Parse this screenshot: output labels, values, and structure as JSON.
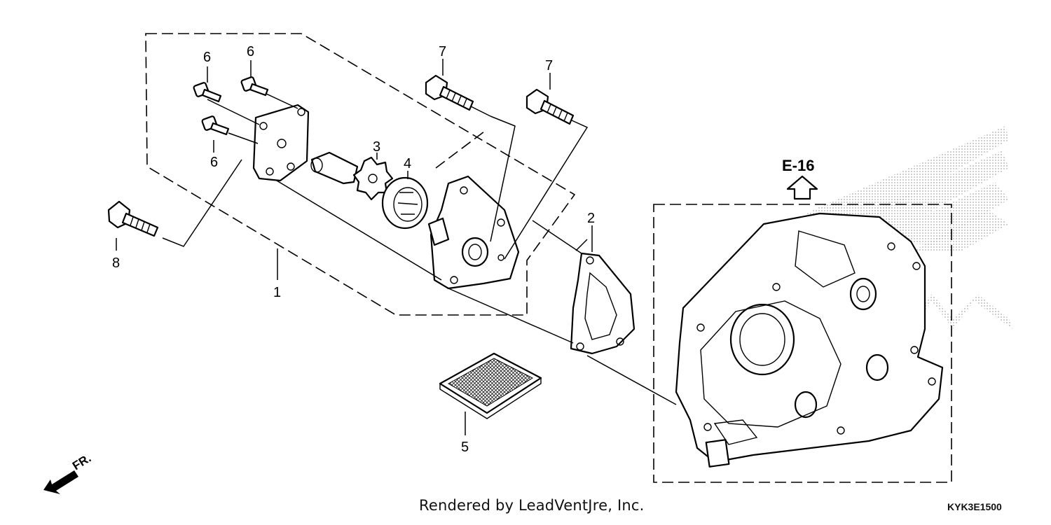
{
  "callouts": [
    {
      "id": "c1",
      "label": "1"
    },
    {
      "id": "c2",
      "label": "2"
    },
    {
      "id": "c3",
      "label": "3"
    },
    {
      "id": "c4",
      "label": "4"
    },
    {
      "id": "c5",
      "label": "5"
    },
    {
      "id": "c6a",
      "label": "6"
    },
    {
      "id": "c6b",
      "label": "6"
    },
    {
      "id": "c6c",
      "label": "6"
    },
    {
      "id": "c7a",
      "label": "7"
    },
    {
      "id": "c7b",
      "label": "7"
    },
    {
      "id": "c8",
      "label": "8"
    }
  ],
  "reference": {
    "label": "E-16"
  },
  "direction": {
    "label": "FR.",
    "icon": "front-direction-arrow-icon"
  },
  "footer": {
    "credit": "Rendered by LeadVentJre, Inc.",
    "diagram_code": "KYK3E1500"
  },
  "watermark": {
    "icon": "honda-wing-logo-watermark"
  },
  "colors": {
    "ink": "#000000",
    "background": "#ffffff",
    "watermark": "#9a9a9a"
  }
}
